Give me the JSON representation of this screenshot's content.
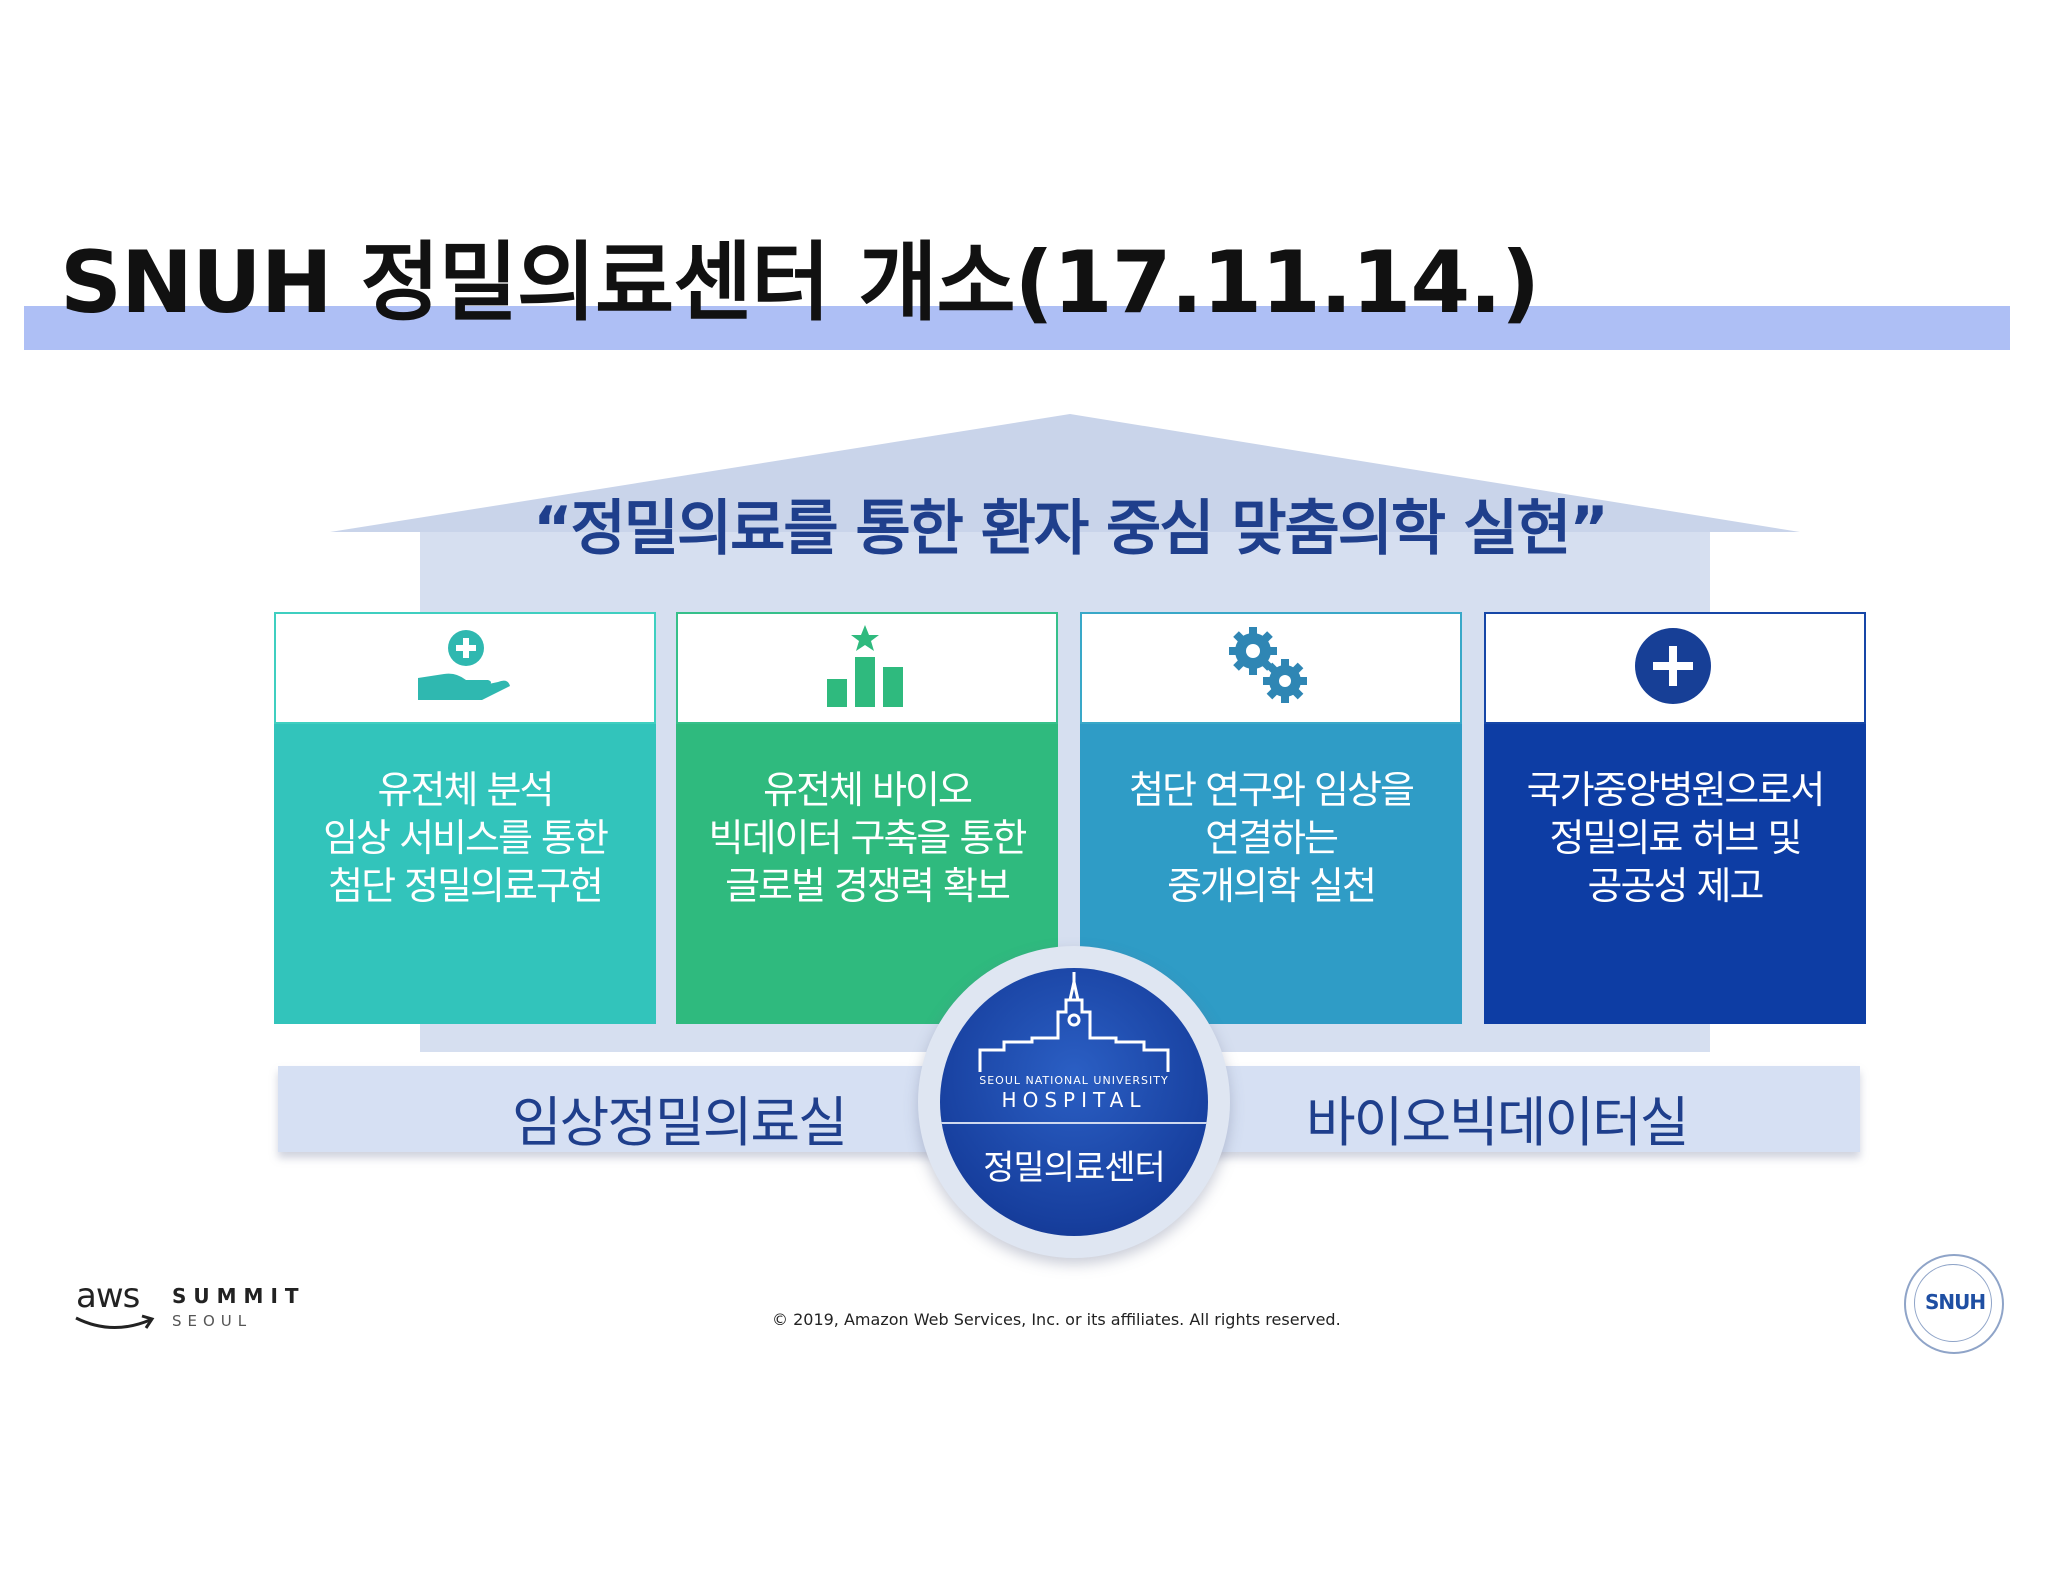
{
  "slide": {
    "title": "SNUH 정밀의료센터 개소(17.11.14.)",
    "tagline": "“정밀의료를 통한 환자 중심 맞춤의학 실현”"
  },
  "pillars": [
    {
      "icon": "hand-plus-icon",
      "text": "유전체 분석\n임상 서비스를 통한\n첨단 정밀의료구현",
      "color": "#32c4bb"
    },
    {
      "icon": "bar-chart-star-icon",
      "text": "유전체 바이오\n빅데이터 구축을 통한\n글로벌 경쟁력 확보",
      "color": "#2fba7e"
    },
    {
      "icon": "gears-icon",
      "text": "첨단 연구와 임상을\n연결하는\n중개의학 실천",
      "color": "#2f9cc6"
    },
    {
      "icon": "plus-circle-icon",
      "text": "국가중앙병원으로서\n정밀의료 허브 및\n공공성 제고",
      "color": "#0d3da4"
    }
  ],
  "base": {
    "left_label": "임상정밀의료실",
    "right_label": "바이오빅데이터실"
  },
  "seal": {
    "small_text": "SEOUL NATIONAL UNIVERSITY",
    "hospital": "HOSPITAL",
    "center_label": "정밀의료센터"
  },
  "footer": {
    "aws": "aws",
    "summit": "SUMMIT",
    "seoul": "SEOUL",
    "copyright": "© 2019, Amazon Web Services, Inc. or its affiliates. All rights reserved.",
    "snuh_logo": "SNUH"
  }
}
